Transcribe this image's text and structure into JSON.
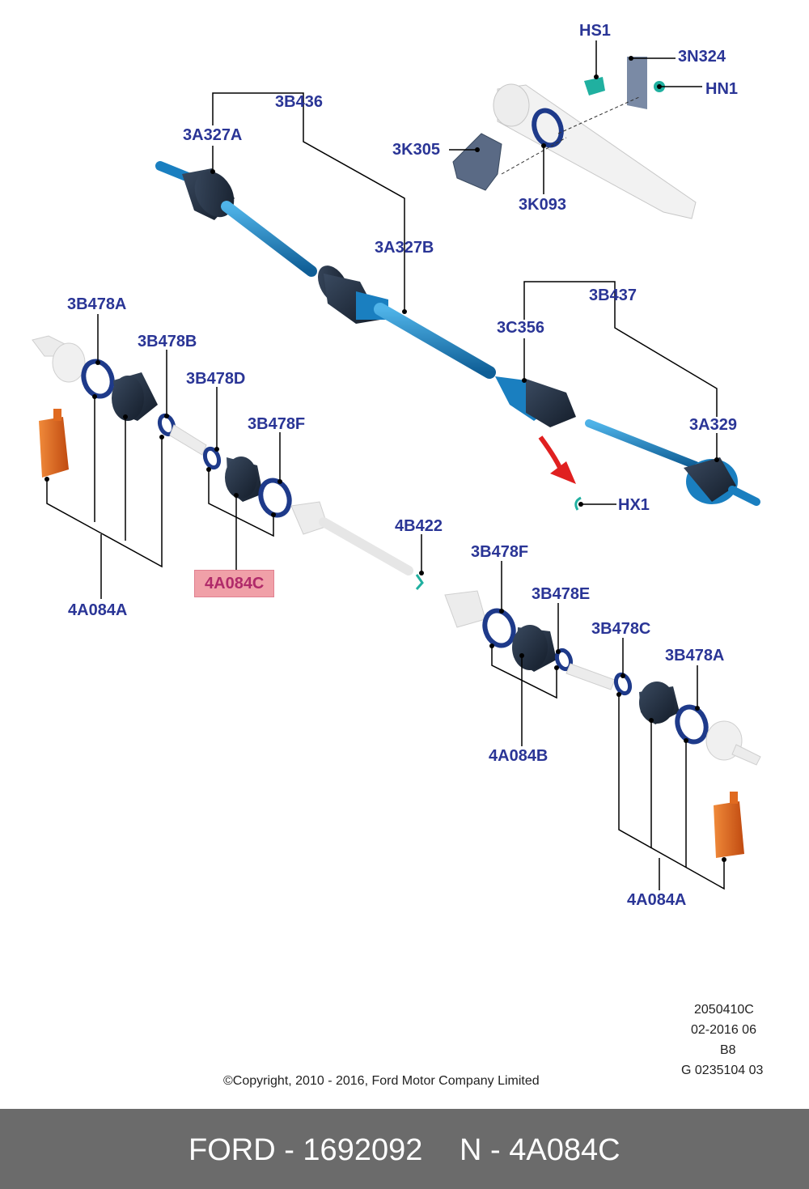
{
  "labels": {
    "hs1": "HS1",
    "n3n324": "3N324",
    "hn1": "HN1",
    "b3b436": "3B436",
    "a3a327a": "3A327A",
    "k3k305": "3K305",
    "k3k093": "3K093",
    "a3a327b": "3A327B",
    "b3b437": "3B437",
    "c3c356": "3C356",
    "a3a329": "3A329",
    "hx1": "HX1",
    "b478a_left": "3B478A",
    "b478b": "3B478B",
    "b478d": "3B478D",
    "b478f_left": "3B478F",
    "a084a_left": "4A084A",
    "a084c": "4A084C",
    "b4b422": "4B422",
    "b478f_right": "3B478F",
    "b478e": "3B478E",
    "b478c": "3B478C",
    "b478a_right": "3B478A",
    "a084b": "4A084B",
    "a084a_right": "4A084A"
  },
  "meta": {
    "line1": "2050410C",
    "line2": "02-2016 06",
    "line3": "B8",
    "line4": "G 0235104 03",
    "copyright": "©Copyright, 2010 - 2016, Ford Motor Company Limited"
  },
  "footer": {
    "brand_part": "FORD - 1692092",
    "part_number": "N - 4A084C"
  },
  "colors": {
    "label": "#2a3596",
    "highlight_bg": "#f0a0a8",
    "shaft_blue": "#1a7fc0",
    "boot_dark": "#24344a",
    "ring": "#1e3a8a",
    "grease": "#e0601a",
    "arrow": "#e02020",
    "footer_bg": "#6b6b6b"
  }
}
